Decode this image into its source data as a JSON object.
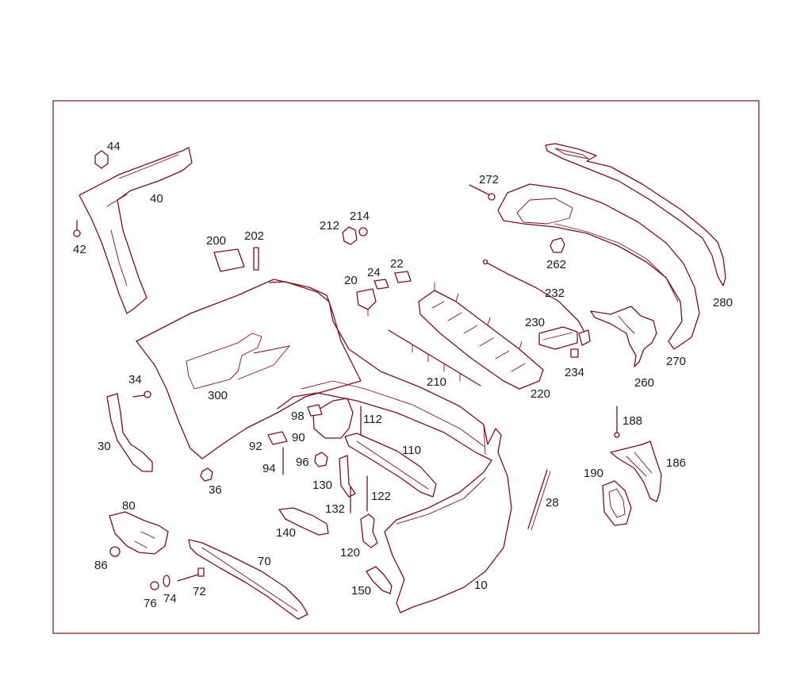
{
  "colors": {
    "line": "#7a0e1e",
    "frame": "#6b1a1a",
    "text": "#1a1a1a",
    "background": "#ffffff"
  },
  "callouts": {
    "c10": "10",
    "c20": "20",
    "c22": "22",
    "c24": "24",
    "c28": "28",
    "c30": "30",
    "c34": "34",
    "c36": "36",
    "c40": "40",
    "c42": "42",
    "c44": "44",
    "c70": "70",
    "c72": "72",
    "c74": "74",
    "c76": "76",
    "c80": "80",
    "c86": "86",
    "c90": "90",
    "c92": "92",
    "c94": "94",
    "c96": "96",
    "c98": "98",
    "c110": "110",
    "c112": "112",
    "c120": "120",
    "c122": "122",
    "c130": "130",
    "c132": "132",
    "c140": "140",
    "c150": "150",
    "c186": "186",
    "c188": "188",
    "c190": "190",
    "c200": "200",
    "c202": "202",
    "c210": "210",
    "c212": "212",
    "c214": "214",
    "c220": "220",
    "c230": "230",
    "c232": "232",
    "c234": "234",
    "c260": "260",
    "c262": "262",
    "c270": "270",
    "c272": "272",
    "c280": "280",
    "c300": "300"
  }
}
